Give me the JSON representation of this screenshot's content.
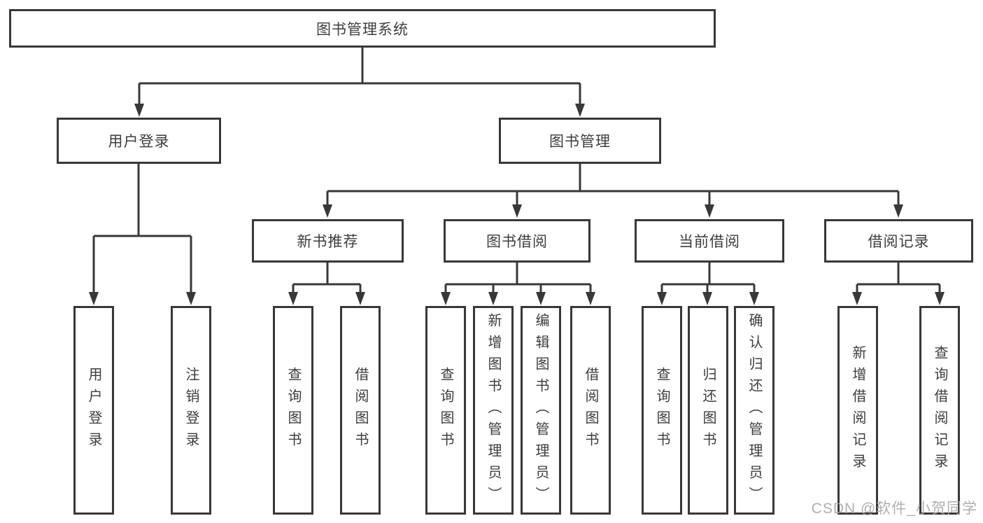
{
  "nodes": {
    "root": "图书管理系统",
    "user_login": "用户登录",
    "book_mgmt": "图书管理",
    "new_book_rec": "新书推荐",
    "book_borrow": "图书借阅",
    "current_borrow": "当前借阅",
    "borrow_records": "借阅记录",
    "leaf_user_login": "用户登录",
    "leaf_logout": "注销登录",
    "leaf_nbr_query": "查询图书",
    "leaf_nbr_borrow": "借阅图书",
    "leaf_bb_query": "查询图书",
    "leaf_bb_add": "新增图书（管理员）",
    "leaf_bb_edit": "编辑图书（管理员）",
    "leaf_bb_borrow": "借阅图书",
    "leaf_cb_query": "查询图书",
    "leaf_cb_return": "归还图书",
    "leaf_cb_confirm": "确认归还（管理员）",
    "leaf_br_add": "新增借阅记录",
    "leaf_br_query": "查询借阅记录"
  },
  "tree": {
    "图书管理系统": {
      "用户登录": [
        "用户登录",
        "注销登录"
      ],
      "图书管理": {
        "新书推荐": [
          "查询图书",
          "借阅图书"
        ],
        "图书借阅": [
          "查询图书",
          "新增图书（管理员）",
          "编辑图书（管理员）",
          "借阅图书"
        ],
        "当前借阅": [
          "查询图书",
          "归还图书",
          "确认归还（管理员）"
        ],
        "借阅记录": [
          "新增借阅记录",
          "查询借阅记录"
        ]
      }
    }
  },
  "watermark": "CSDN @软件_小贺同学",
  "colors": {
    "line": "#383838",
    "box_border": "#383838",
    "box_background": "#ffffff",
    "text": "#3d3d3d",
    "watermark": "#a8a8a8"
  }
}
